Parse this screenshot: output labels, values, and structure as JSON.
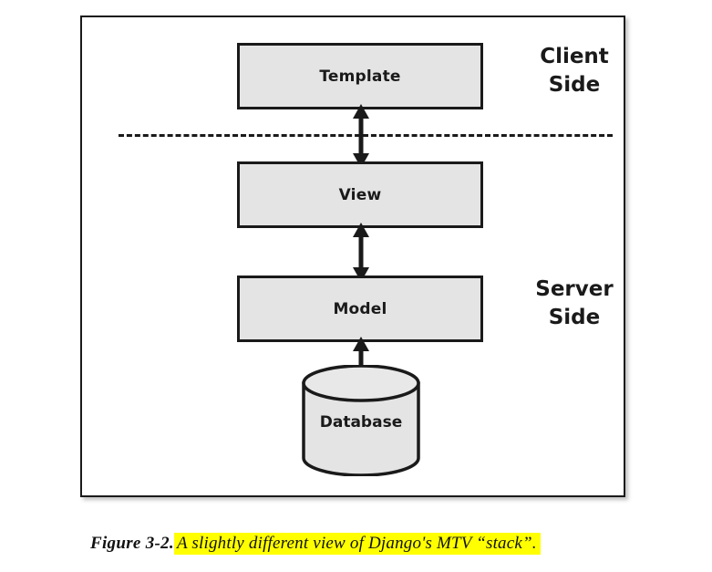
{
  "figure": {
    "diagram_title": "Django MTV stack diagram",
    "boxes": [
      {
        "id": "template",
        "label": "Template",
        "layer": "client"
      },
      {
        "id": "view",
        "label": "View",
        "layer": "server"
      },
      {
        "id": "model",
        "label": "Model",
        "layer": "server"
      }
    ],
    "datastore": {
      "id": "database",
      "label": "Database",
      "shape": "cylinder"
    },
    "side_labels": {
      "client": {
        "line1": "Client",
        "line2": "Side"
      },
      "server": {
        "line1": "Server",
        "line2": "Side"
      }
    },
    "connectors": [
      {
        "id": "template-view",
        "from": "Template",
        "to": "View",
        "style": "double-arrow"
      },
      {
        "id": "view-model",
        "from": "View",
        "to": "Model",
        "style": "double-arrow"
      },
      {
        "id": "model-database",
        "from": "Model",
        "to": "Database",
        "style": "double-arrow"
      }
    ],
    "divider": {
      "id": "client-server-divider",
      "style": "dashed"
    },
    "colors": {
      "box_fill": "#e4e4e4",
      "stroke": "#1a1a1a",
      "frame_background": "#ffffff",
      "highlight": "#ffff00",
      "page_background": "#ffffff"
    }
  },
  "caption": {
    "number": "Figure 3-2.",
    "text": "A slightly different view of Django's MTV “stack”.",
    "highlighted": true
  }
}
